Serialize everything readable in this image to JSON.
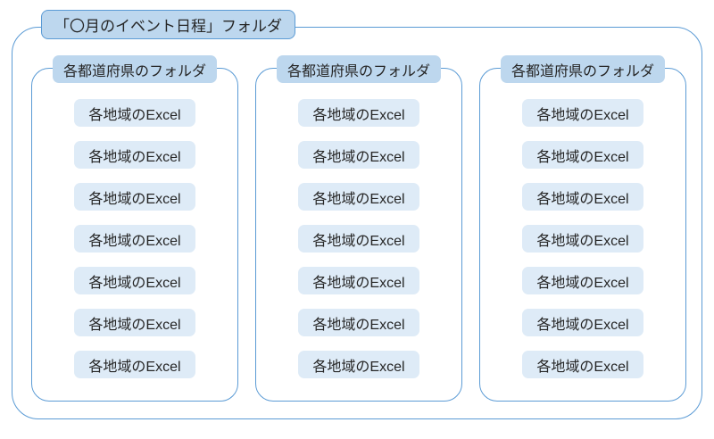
{
  "diagram": {
    "root_folder": {
      "label": "「〇月のイベント日程」フォルダ"
    },
    "prefecture_folders": [
      {
        "label": "各都道府県のフォルダ",
        "files": [
          "各地域のExcel",
          "各地域のExcel",
          "各地域のExcel",
          "各地域のExcel",
          "各地域のExcel",
          "各地域のExcel",
          "各地域のExcel"
        ]
      },
      {
        "label": "各都道府県のフォルダ",
        "files": [
          "各地域のExcel",
          "各地域のExcel",
          "各地域のExcel",
          "各地域のExcel",
          "各地域のExcel",
          "各地域のExcel",
          "各地域のExcel"
        ]
      },
      {
        "label": "各都道府県のフォルダ",
        "files": [
          "各地域のExcel",
          "各地域のExcel",
          "各地域のExcel",
          "各地域のExcel",
          "各地域のExcel",
          "各地域のExcel",
          "各地域のExcel"
        ]
      }
    ],
    "colors": {
      "line": "#5B9BD5",
      "label_fill": "#BDD7EE",
      "item_fill": "#DEEBF7",
      "text": "#262626",
      "background": "#FFFFFF"
    }
  }
}
